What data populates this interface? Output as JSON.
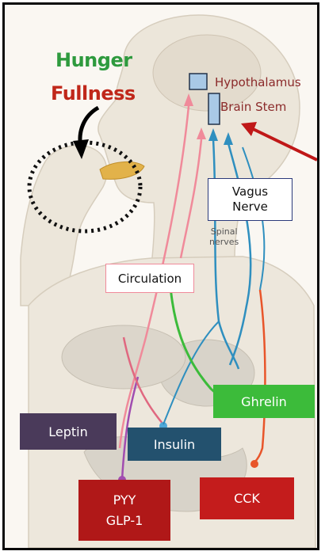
{
  "labels": {
    "hunger": "Hunger",
    "fullness": "Fullness",
    "hypothalamus": "Hypothalamus",
    "brain_stem": "Brain Stem",
    "vagus_nerve": "Vagus\nNerve",
    "spinal_nerves": "Spinal\nnerves",
    "circulation": "Circulation",
    "ghrelin": "Ghrelin",
    "leptin": "Leptin",
    "insulin": "Insulin",
    "pyy_glp1": "PYY\nGLP-1",
    "cck": "CCK"
  },
  "colors": {
    "hunger_text": "#2e9a3e",
    "fullness_text": "#c0271a",
    "hypothalamus_text": "#8b2a2a",
    "brain_stem_text": "#8b2a2a",
    "circulation_path": "#f08a9a",
    "vagus_path": "#2f8fbf",
    "ghrelin_box": "#3cbb3a",
    "leptin_box": "#4a3a5a",
    "insulin_box": "#23516e",
    "pyy_box": "#b01818",
    "cck_box": "#c41c1c",
    "pointer_arrow": "#c01818",
    "brain_region": "#a9c9e6",
    "body_fill": "#ece6da",
    "organ_fill": "#d8d3c9"
  },
  "icons": {
    "mouth_marker": "dashed-circle-icon",
    "eating_arrow": "curved-arrow-icon",
    "region_pointer": "red-arrow-icon"
  }
}
